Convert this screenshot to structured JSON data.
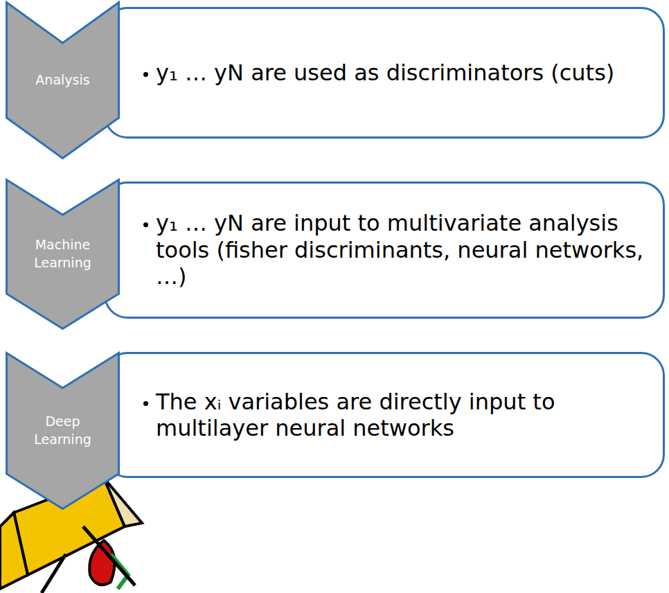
{
  "diagram": {
    "nodes": [
      {
        "text": [
          "Analysis"
        ]
      },
      {
        "text": [
          "y₁ … yN are used as discriminators (cuts)"
        ]
      },
      {
        "text": [
          "Machine Learning"
        ]
      },
      {
        "text": [
          "y₁ … yN are input to multivariate analysis tools (fisher discriminants, neural networks, …)"
        ]
      },
      {
        "text": [
          "Deep Learning"
        ]
      },
      {
        "text": [
          "The xᵢ variables are directly input to multilayer neural networks"
        ]
      }
    ]
  }
}
